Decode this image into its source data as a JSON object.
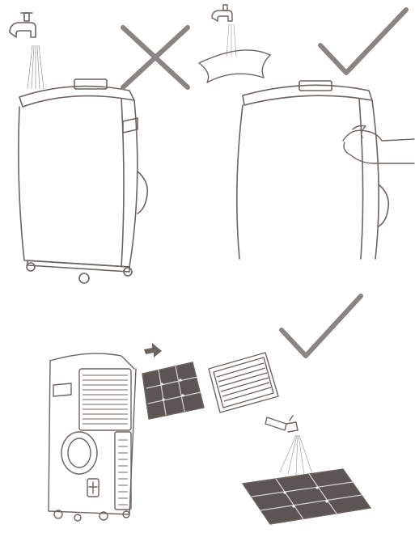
{
  "figure": {
    "panels": [
      {
        "id": "wash-unit-under-tap",
        "verdict": "incorrect",
        "verdict_icon": "cross-icon"
      },
      {
        "id": "wipe-unit-with-damp-cloth",
        "verdict": "correct",
        "verdict_icon": "check-icon"
      },
      {
        "id": "remove-and-rinse-filters",
        "verdict": "correct",
        "verdict_icon": "check-icon"
      }
    ],
    "colors": {
      "line": "#6b6461",
      "verdict_mark": "#8a8582",
      "filter_fill": "#5c5553",
      "water": "#9a9592"
    }
  }
}
